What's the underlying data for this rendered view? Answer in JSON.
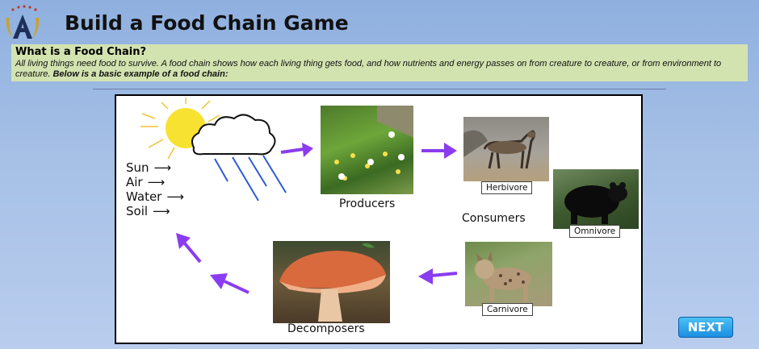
{
  "header": {
    "title": "Build a Food Chain Game"
  },
  "info": {
    "heading": "What is a Food Chain?",
    "body": "All living things need food to survive. A food chain shows how each living thing gets food, and how nutrients and energy passes on from creature to creature, or from environment to creature.",
    "emphasis": "Below is a basic example of a food chain:"
  },
  "diagram": {
    "elements": [
      "Sun",
      "Air",
      "Water",
      "Soil"
    ],
    "producers": "Producers",
    "consumers": "Consumers",
    "herbivore": "Herbivore",
    "omnivore": "Omnivore",
    "carnivore": "Carnivore",
    "decomposers": "Decomposers",
    "arrow_color": "#8a3cf0"
  },
  "nav": {
    "next_label": "NEXT"
  }
}
